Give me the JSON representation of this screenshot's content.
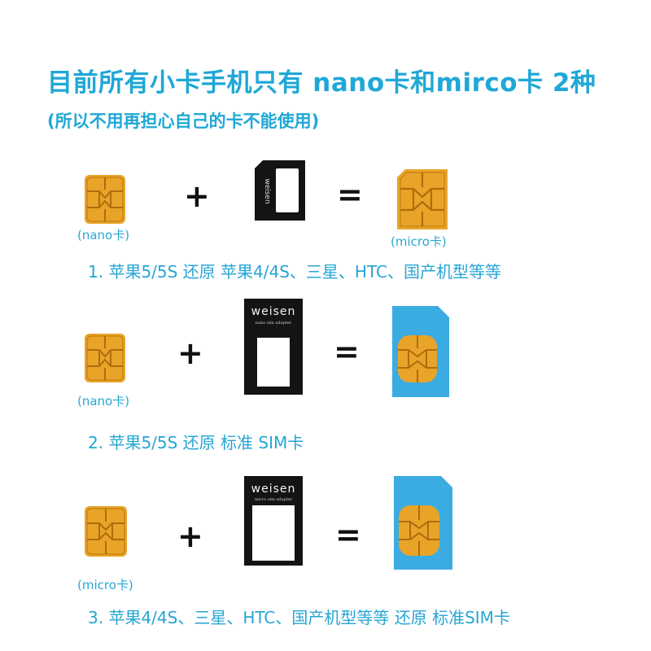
{
  "title": "目前所有小卡手机只有 nano卡和mirco卡 2种",
  "subtitle": "(所以不用再担心自己的卡不能使用)",
  "colors": {
    "accent": "#1fa8d6",
    "chip_gold": "#e8a428",
    "sim_blue": "#3aace2",
    "adapter_black": "#141414"
  },
  "operators": {
    "plus": "+",
    "equals": "="
  },
  "rows": [
    {
      "left_label": "(nano卡)",
      "right_label": "(micro卡)",
      "adapter_brand": "",
      "adapter_subtitle": "",
      "caption": "1. 苹果5/5S  还原  苹果4/4S、三星、HTC、国产机型等等"
    },
    {
      "left_label": "(nano卡)",
      "right_label": "",
      "adapter_brand": "weisen",
      "adapter_subtitle": "nano sim adapter",
      "caption": "2. 苹果5/5S  还原  标准 SIM卡"
    },
    {
      "left_label": "(micro卡)",
      "right_label": "",
      "adapter_brand": "weisen",
      "adapter_subtitle": "micro sim adapter",
      "caption": "3. 苹果4/4S、三星、HTC、国产机型等等 还原 标准SIM卡"
    }
  ]
}
